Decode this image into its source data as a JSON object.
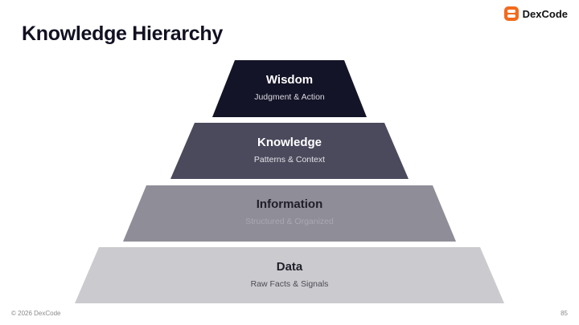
{
  "slide": {
    "title": "Knowledge Hierarchy",
    "page_number": "85"
  },
  "brand": {
    "name": "DexCode",
    "logo_icon": "dexcode-logo-icon",
    "accent_color": "#f26b1d"
  },
  "pyramid": {
    "levels": [
      {
        "title": "Wisdom",
        "subtitle": "Judgment & Action",
        "fill": "#141428",
        "title_color": "#ffffff",
        "subtitle_color": "#d8d8e0"
      },
      {
        "title": "Knowledge",
        "subtitle": "Patterns & Context",
        "fill": "#4b4a5c",
        "title_color": "#ffffff",
        "subtitle_color": "#e2e2e8"
      },
      {
        "title": "Information",
        "subtitle": "Structured & Organized",
        "fill": "#8e8d98",
        "title_color": "#1f1f2a",
        "subtitle_color": "#a9a8b2"
      },
      {
        "title": "Data",
        "subtitle": "Raw Facts & Signals",
        "fill": "#cbcbcf",
        "title_color": "#1f1f2a",
        "subtitle_color": "#4a4a55"
      }
    ]
  },
  "footer": {
    "copyright": "© 2026 DexCode"
  }
}
